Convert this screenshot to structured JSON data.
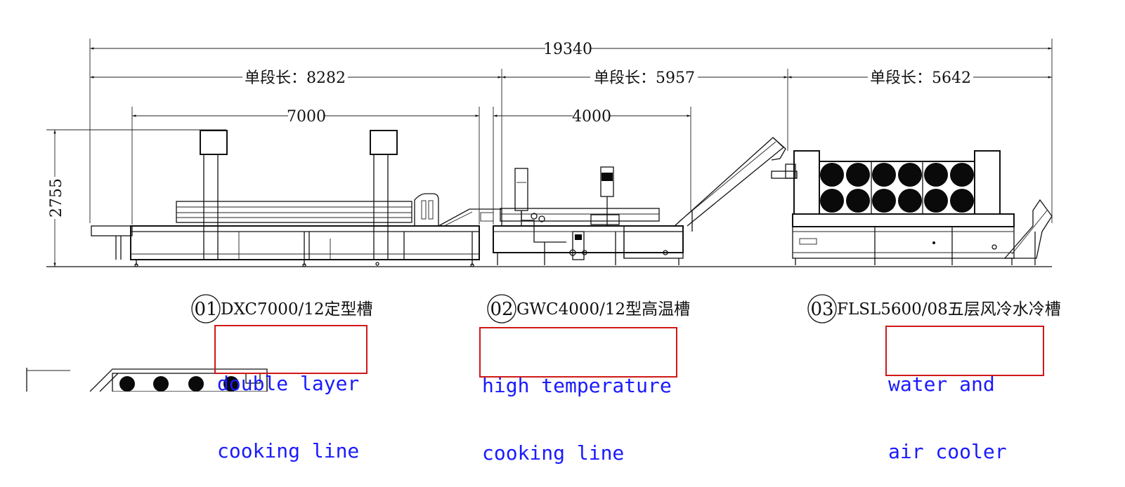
{
  "dimensions": {
    "total": "19340",
    "segment_1": "单段长：8282",
    "segment_2": "单段长：5957",
    "segment_3": "单段长：5642",
    "inner_1": "7000",
    "inner_2": "4000",
    "height": "2755"
  },
  "machines": [
    {
      "number": "01",
      "model": "DXC7000/12定型槽",
      "english_lines": [
        "double layer",
        "cooking line"
      ]
    },
    {
      "number": "02",
      "model": "GWC4000/12型高温槽",
      "english_lines": [
        "high temperature",
        "cooking line"
      ]
    },
    {
      "number": "03",
      "model": "FLSL5600/08五层风冷水冷槽",
      "english_lines": [
        "water and",
        "air cooler"
      ]
    }
  ],
  "colors": {
    "line": "#111111",
    "label_border": "#d01818",
    "label_text": "#1a1aff"
  }
}
